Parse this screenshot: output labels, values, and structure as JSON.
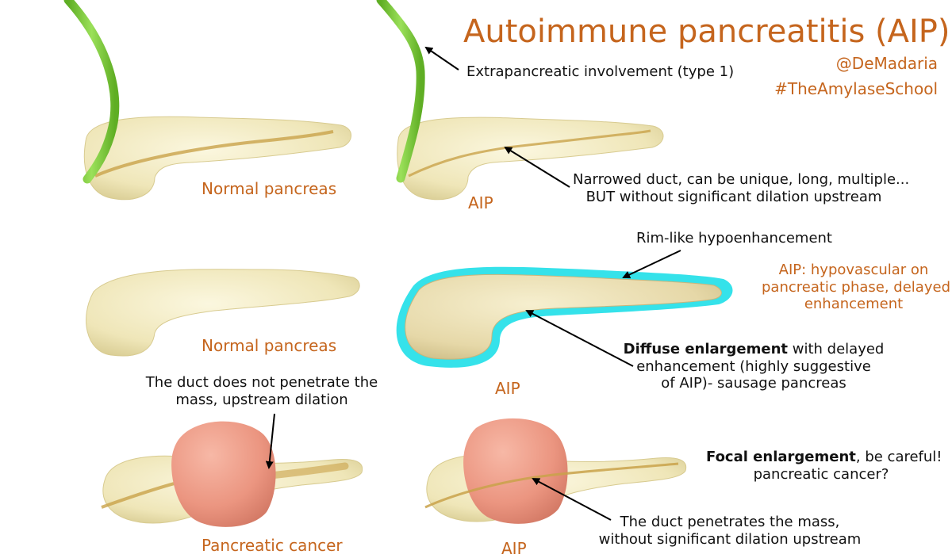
{
  "title": "Autoimmune pancreatitis (AIP)",
  "handles": [
    "@DeMadaria",
    "#TheAmylaseSchool"
  ],
  "panels": {
    "top_left_label": "Normal pancreas",
    "top_right_label": "AIP",
    "middle_left_label": "Normal pancreas",
    "middle_right_label": "AIP",
    "bottom_left_label": "Pancreatic cancer",
    "bottom_right_label": "AIP"
  },
  "annotations": {
    "extrapancreatic": "Extrapancreatic involvement (type 1)",
    "narrowed_duct_1": "Narrowed duct, can be unique, long, multiple...",
    "narrowed_duct_2": "BUT without significant dilation upstream",
    "rim": "Rim-like hypoenhancement",
    "aip_hypovascular_1": "AIP: hypovascular on",
    "aip_hypovascular_2": "pancreatic phase, delayed",
    "aip_hypovascular_3": "enhancement",
    "diffuse_bold": "Diffuse enlargement",
    "diffuse_rest_1": " with delayed",
    "diffuse_rest_2": "enhancement (highly suggestive",
    "diffuse_rest_3": "of AIP)- sausage pancreas",
    "duct_not_penetrate_1": "The duct does not penetrate  the",
    "duct_not_penetrate_2": "mass, upstream dilation",
    "focal_bold": "Focal enlargement",
    "focal_rest_1": ", be careful!",
    "focal_rest_2": "pancreatic cancer?",
    "duct_penetrates_1": "The duct penetrates the mass,",
    "duct_penetrates_2": "without significant dilation upstream"
  },
  "colors": {
    "accent": "#c5651d",
    "pancreas": "#f3ecc4",
    "bile_duct": "#7fcf3a",
    "rim": "#35e2ea",
    "mass": "#ec9a86",
    "duct": "#c9a24a"
  }
}
